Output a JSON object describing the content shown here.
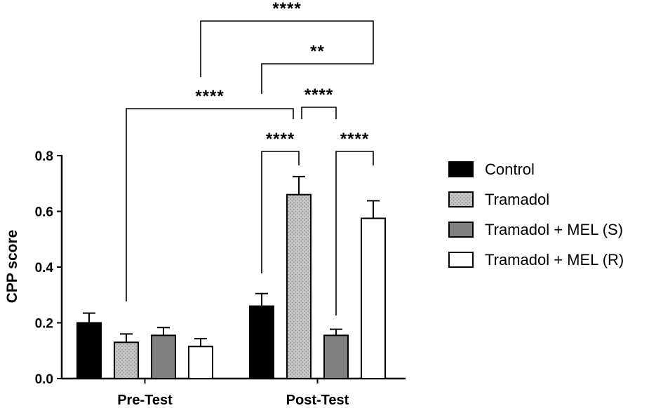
{
  "chart_data": {
    "type": "bar",
    "categories": [
      "Pre-Test",
      "Post-Test"
    ],
    "series": [
      {
        "name": "Control",
        "values": [
          0.2,
          0.26
        ],
        "errors": [
          0.035,
          0.045
        ],
        "fill": "#000000",
        "pattern": "solid"
      },
      {
        "name": "Tramadol",
        "values": [
          0.13,
          0.66
        ],
        "errors": [
          0.03,
          0.065
        ],
        "fill": "#bdbdbd",
        "pattern": "dots"
      },
      {
        "name": "Tramadol + MEL (S)",
        "values": [
          0.155,
          0.155
        ],
        "errors": [
          0.028,
          0.022
        ],
        "fill": "#808080",
        "pattern": "solid"
      },
      {
        "name": "Tramadol + MEL (R)",
        "values": [
          0.115,
          0.575
        ],
        "errors": [
          0.028,
          0.063
        ],
        "fill": "#ffffff",
        "pattern": "solid"
      }
    ],
    "title": "",
    "xlabel": "",
    "ylabel": "CPP score",
    "ylim": [
      0,
      0.8
    ],
    "yticks": [
      "0.0",
      "0.2",
      "0.4",
      "0.6",
      "0.8"
    ],
    "legend_position": "right",
    "significance": [
      {
        "label": "****",
        "from": {
          "category": 0,
          "series": 1
        },
        "to": {
          "category": 1,
          "series": 1
        }
      },
      {
        "label": "****",
        "from": {
          "category": 0,
          "series": 3
        },
        "to": {
          "category": 1,
          "series": 3
        }
      },
      {
        "label": "**",
        "from": {
          "category": 1,
          "series": 0
        },
        "to": {
          "category": 1,
          "series": 3
        }
      },
      {
        "label": "****",
        "from": {
          "category": 1,
          "series": 1
        },
        "to": {
          "category": 1,
          "series": 2
        }
      },
      {
        "label": "****",
        "from": {
          "category": 1,
          "series": 0
        },
        "to": {
          "category": 1,
          "series": 1
        }
      },
      {
        "label": "****",
        "from": {
          "category": 1,
          "series": 2
        },
        "to": {
          "category": 1,
          "series": 3
        }
      }
    ]
  }
}
